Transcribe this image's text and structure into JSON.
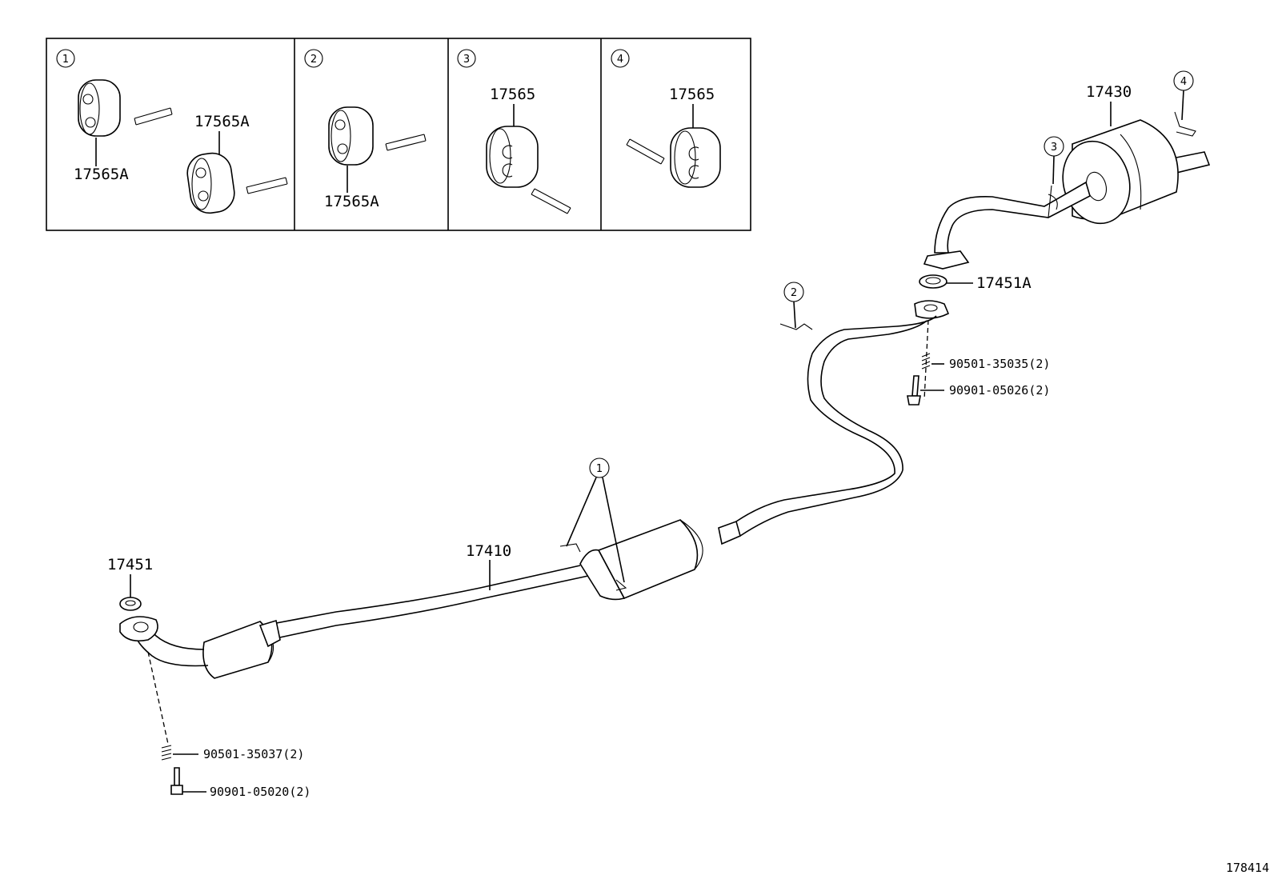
{
  "detail_panels": [
    {
      "number": "1",
      "labels": [
        "17565A",
        "17565A"
      ]
    },
    {
      "number": "2",
      "labels": [
        "17565A"
      ]
    },
    {
      "number": "3",
      "labels": [
        "17565"
      ]
    },
    {
      "number": "4",
      "labels": [
        "17565"
      ]
    }
  ],
  "parts": {
    "tail_pipe": "17430",
    "gasket_rear": "17451A",
    "spring_rear": "90501-35035(2)",
    "bolt_rear": "90901-05026(2)",
    "center_pipe": "17410",
    "gasket_front": "17451",
    "spring_front": "90501-35037(2)",
    "bolt_front": "90901-05020(2)"
  },
  "callouts": {
    "hanger_1": "1",
    "hanger_2": "2",
    "hanger_3": "3",
    "hanger_4": "4"
  },
  "figure_id": "178414"
}
